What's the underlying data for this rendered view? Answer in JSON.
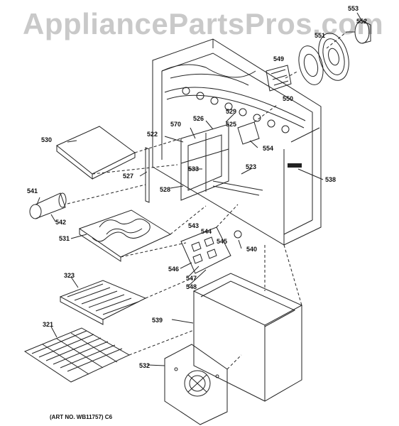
{
  "watermark": "AppliancePartsPros.com",
  "art_number": "(ART NO. WB11757) C6",
  "callouts": {
    "p553": "553",
    "p552": "552",
    "p551": "551",
    "p549": "549",
    "p550": "550",
    "p530": "530",
    "p529": "529",
    "p526": "526",
    "p525": "525",
    "p570": "570",
    "p522": "522",
    "p554": "554",
    "p533": "533",
    "p527": "527",
    "p523": "523",
    "p538": "538",
    "p528": "528",
    "p541": "541",
    "p542": "542",
    "p543": "543",
    "p544": "544",
    "p531": "531",
    "p545": "545",
    "p540": "540",
    "p546": "546",
    "p547": "547",
    "p548": "548",
    "p323": "323",
    "p539": "539",
    "p321": "321",
    "p532": "532"
  }
}
